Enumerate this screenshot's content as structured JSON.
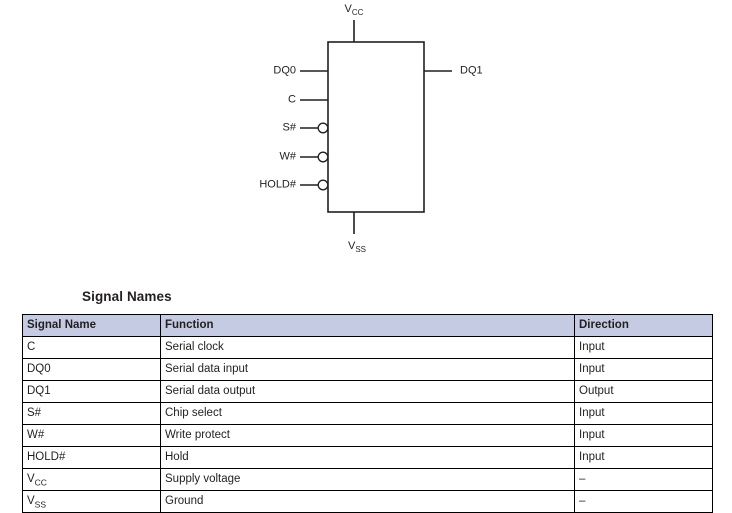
{
  "diagram": {
    "name": "serial-flash-block-diagram",
    "top_rail": {
      "label": "V",
      "sub": "CC"
    },
    "bottom_rail": {
      "label": "V",
      "sub": "SS"
    },
    "left_pins": [
      {
        "label": "DQ0",
        "inverted": false
      },
      {
        "label": "C",
        "inverted": false
      },
      {
        "label": "S#",
        "inverted": true
      },
      {
        "label": "W#",
        "inverted": true
      },
      {
        "label": "HOLD#",
        "inverted": true
      }
    ],
    "right_pins": [
      {
        "label": "DQ1",
        "inverted": false
      }
    ]
  },
  "section": {
    "heading": "Signal Names"
  },
  "table": {
    "headers": [
      "Signal Name",
      "Function",
      "Direction"
    ],
    "rows": [
      {
        "signal": "C",
        "sub": "",
        "function": "Serial clock",
        "direction": "Input"
      },
      {
        "signal": "DQ0",
        "sub": "",
        "function": "Serial data input",
        "direction": "Input"
      },
      {
        "signal": "DQ1",
        "sub": "",
        "function": "Serial data output",
        "direction": "Output"
      },
      {
        "signal": "S#",
        "sub": "",
        "function": "Chip select",
        "direction": "Input"
      },
      {
        "signal": "W#",
        "sub": "",
        "function": "Write protect",
        "direction": "Input"
      },
      {
        "signal": "HOLD#",
        "sub": "",
        "function": "Hold",
        "direction": "Input"
      },
      {
        "signal": "V",
        "sub": "CC",
        "function": "Supply voltage",
        "direction": "–"
      },
      {
        "signal": "V",
        "sub": "SS",
        "function": "Ground",
        "direction": "–"
      }
    ]
  },
  "colors": {
    "header_fill": "#c5cbe3",
    "line": "#231f20",
    "text": "#231f20"
  }
}
